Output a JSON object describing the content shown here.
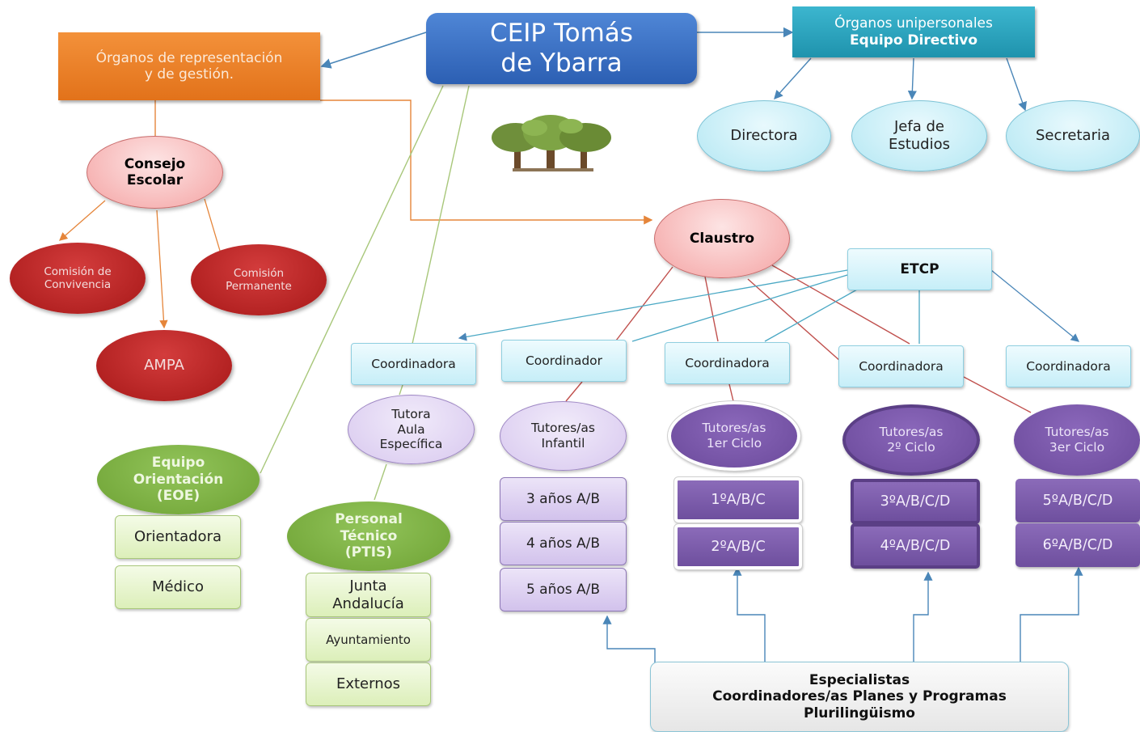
{
  "title": {
    "line1": "CEIP Tomás",
    "line2": "de Ybarra"
  },
  "organos_rep": {
    "line1": "Órganos de representación",
    "line2": "y de gestión."
  },
  "organos_uni": {
    "line1": "Órganos unipersonales",
    "line2": "Equipo Directivo"
  },
  "directiva": {
    "directora": "Directora",
    "jefa": "Jefa de\nEstudios",
    "secretaria": "Secretaria"
  },
  "consejo": "Consejo\nEscolar",
  "comisiones": {
    "convivencia": "Comisión de\nConvivencia",
    "permanente": "Comisión\nPermanente"
  },
  "ampa": "AMPA",
  "eoe": {
    "title": "Equipo\nOrientación\n(EOE)",
    "items": [
      "Orientadora",
      "Médico"
    ]
  },
  "ptis": {
    "title": "Personal\nTécnico\n(PTIS)",
    "items": [
      "Junta\nAndalucía",
      "Ayuntamiento",
      "Externos"
    ]
  },
  "claustro": "Claustro",
  "etcp": "ETCP",
  "coordinadores": [
    "Coordinadora",
    "Coordinador",
    "Coordinadora",
    "Coordinadora",
    "Coordinadora"
  ],
  "tutores": [
    "Tutora\nAula\nEspecífica",
    "Tutores/as\nInfantil",
    "Tutores/as\n1er Ciclo",
    "Tutores/as\n2º Ciclo",
    "Tutores/as\n3er Ciclo"
  ],
  "infantil": [
    "3 años A/B",
    "4 años A/B",
    "5 años A/B"
  ],
  "ciclo1": [
    "1ºA/B/C",
    "2ºA/B/C"
  ],
  "ciclo2": [
    "3ºA/B/C/D",
    "4ºA/B/C/D"
  ],
  "ciclo3": [
    "5ºA/B/C/D",
    "6ºA/B/C/D"
  ],
  "especialistas": {
    "line1": "Especialistas",
    "line2": "Coordinadores/as Planes y Programas",
    "line3": "Plurilingüismo"
  },
  "colors": {
    "title_blue": "#2c5fb3",
    "orange": "#e2721a",
    "teal": "#1f93ad",
    "red": "#a71818",
    "green": "#6ea234",
    "purple": "#6b4a9b"
  }
}
